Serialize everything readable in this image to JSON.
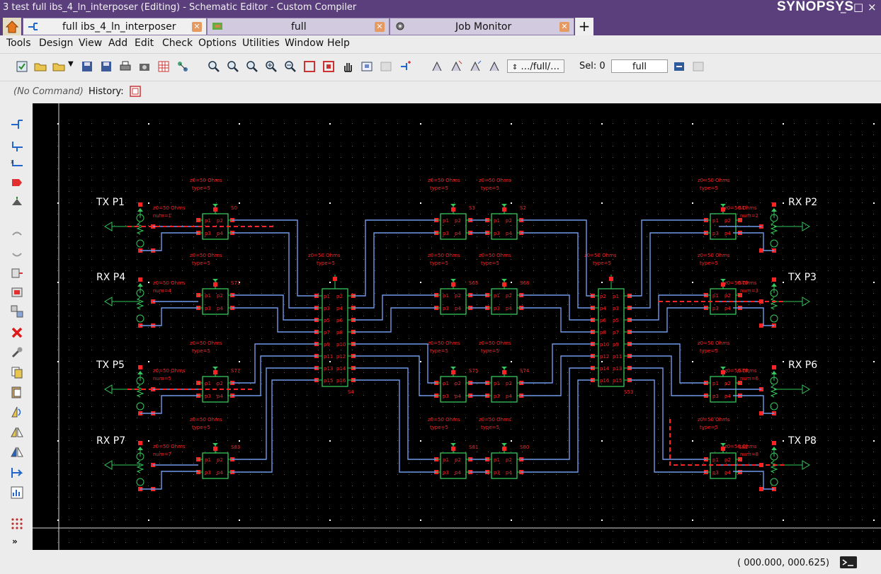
{
  "window": {
    "title": "3 test full ibs_4_ln_interposer (Editing) - Schematic Editor - Custom Compiler",
    "brand": "SYNOPSYS",
    "controls": [
      "_",
      "□",
      "×"
    ]
  },
  "tabs": [
    {
      "label": "full ibs_4_ln_interposer",
      "active": true
    },
    {
      "label": "full",
      "active": false
    },
    {
      "label": "Job Monitor",
      "active": false
    }
  ],
  "menu": [
    "Tools",
    "Design",
    "View",
    "Add",
    "Edit",
    "Check",
    "Options",
    "Utilities",
    "Window",
    "Help"
  ],
  "toolbar": {
    "path_field": "…/full/…",
    "sel_label": "Sel: 0",
    "view_field": "full"
  },
  "command": {
    "status": "(No Command)",
    "history_label": "History:"
  },
  "status": {
    "coordinates": "( 000.000,  000.625)"
  },
  "schematic": {
    "port_labels": [
      "TX P1",
      "RX P4",
      "TX P5",
      "RX P7",
      "RX P2",
      "TX P3",
      "RX P6",
      "TX P8"
    ],
    "port_params": [
      "z0=50 Ohms",
      "num=1",
      "num=4",
      "num=5",
      "num=7",
      "num=2",
      "num=3",
      "num=6",
      "num=8"
    ],
    "sparam_params": [
      "z0=50 Ohms",
      "type=5"
    ],
    "pin_labels": [
      "p1",
      "p2",
      "p3",
      "p4"
    ],
    "instances": [
      "S0",
      "S71",
      "S77",
      "S83",
      "S3",
      "S2",
      "S65",
      "S68",
      "S75",
      "S74",
      "S81",
      "S80",
      "S1",
      "S70",
      "S76",
      "S82",
      "S4",
      "S53"
    ],
    "big_block_left_pins": [
      "p1",
      "p2",
      "p3",
      "p4",
      "p5",
      "p6",
      "p7",
      "p8",
      "p9",
      "p10",
      "p11",
      "p12",
      "p13",
      "p14",
      "p15",
      "p16"
    ],
    "big_block_right_pins": [
      "p2",
      "p1",
      "p4",
      "p3",
      "p6",
      "p5",
      "p8",
      "p7",
      "p10",
      "p9",
      "p12",
      "p11",
      "p14",
      "p13",
      "p16",
      "p15"
    ],
    "colors": {
      "background": "#000000",
      "wire": "#6f9ae8",
      "component": "#35c85a",
      "pin": "#ff2424",
      "label": "#ffffff"
    }
  }
}
